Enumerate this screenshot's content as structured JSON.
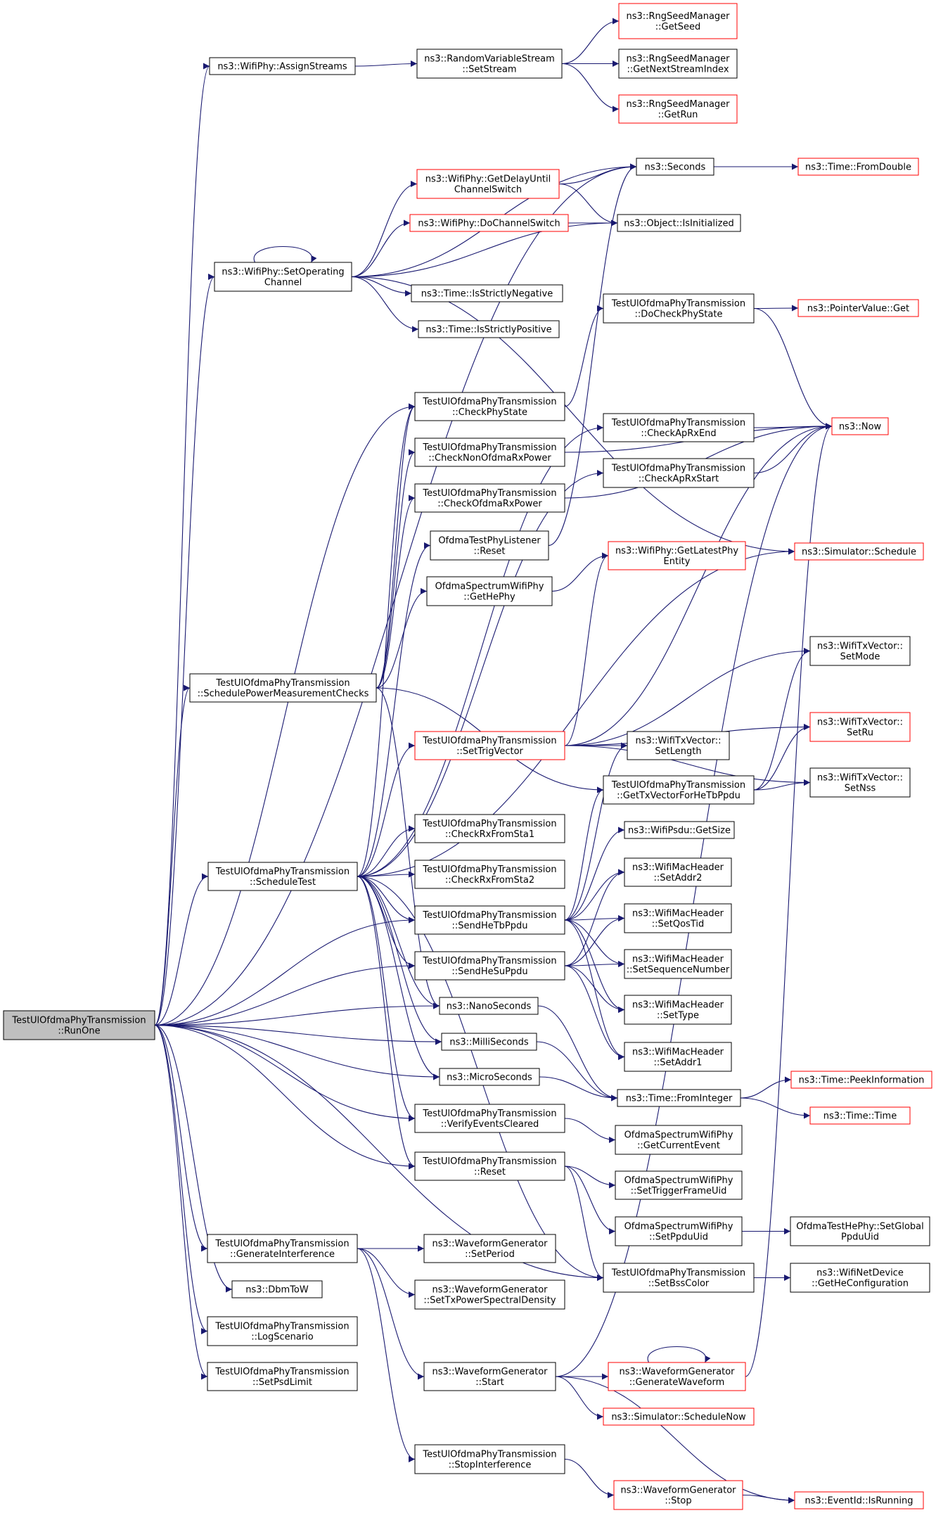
{
  "colors": {
    "edge": "#191970",
    "normal_border": "#000000",
    "truncated_border": "#ff0000",
    "root_fill": "#bfbfbf",
    "node_fill": "#ffffff"
  },
  "nodes": {
    "root": {
      "lines": [
        "TestUlOfdmaPhyTransmission",
        "::RunOne"
      ],
      "style": "root"
    },
    "assignStreams": {
      "lines": [
        "ns3::WifiPhy::AssignStreams"
      ],
      "style": "normal"
    },
    "setStream": {
      "lines": [
        "ns3::RandomVariableStream",
        "::SetStream"
      ],
      "style": "normal"
    },
    "getSeed": {
      "lines": [
        "ns3::RngSeedManager",
        "::GetSeed"
      ],
      "style": "truncated"
    },
    "getNextStreamIndex": {
      "lines": [
        "ns3::RngSeedManager",
        "::GetNextStreamIndex"
      ],
      "style": "normal"
    },
    "getRun": {
      "lines": [
        "ns3::RngSeedManager",
        "::GetRun"
      ],
      "style": "truncated"
    },
    "seconds": {
      "lines": [
        "ns3::Seconds"
      ],
      "style": "normal"
    },
    "fromDouble": {
      "lines": [
        "ns3::Time::FromDouble"
      ],
      "style": "truncated"
    },
    "getDelayUntil": {
      "lines": [
        "ns3::WifiPhy::GetDelayUntil",
        "ChannelSwitch"
      ],
      "style": "truncated"
    },
    "doChannelSwitch": {
      "lines": [
        "ns3::WifiPhy::DoChannelSwitch"
      ],
      "style": "truncated"
    },
    "isInitialized": {
      "lines": [
        "ns3::Object::IsInitialized"
      ],
      "style": "normal"
    },
    "setOperating": {
      "lines": [
        "ns3::WifiPhy::SetOperating",
        "Channel"
      ],
      "style": "normal"
    },
    "isStrictlyNegative": {
      "lines": [
        "ns3::Time::IsStrictlyNegative"
      ],
      "style": "normal"
    },
    "isStrictlyPositive": {
      "lines": [
        "ns3::Time::IsStrictlyPositive"
      ],
      "style": "normal"
    },
    "doCheckPhyState": {
      "lines": [
        "TestUlOfdmaPhyTransmission",
        "::DoCheckPhyState"
      ],
      "style": "normal"
    },
    "pointerGet": {
      "lines": [
        "ns3::PointerValue::Get"
      ],
      "style": "truncated"
    },
    "checkPhyState": {
      "lines": [
        "TestUlOfdmaPhyTransmission",
        "::CheckPhyState"
      ],
      "style": "normal"
    },
    "now": {
      "lines": [
        "ns3::Now"
      ],
      "style": "truncated"
    },
    "checkApRxEnd": {
      "lines": [
        "TestUlOfdmaPhyTransmission",
        "::CheckApRxEnd"
      ],
      "style": "normal"
    },
    "checkNonOfdma": {
      "lines": [
        "TestUlOfdmaPhyTransmission",
        "::CheckNonOfdmaRxPower"
      ],
      "style": "normal"
    },
    "checkApRxStart": {
      "lines": [
        "TestUlOfdmaPhyTransmission",
        "::CheckApRxStart"
      ],
      "style": "normal"
    },
    "checkOfdma": {
      "lines": [
        "TestUlOfdmaPhyTransmission",
        "::CheckOfdmaRxPower"
      ],
      "style": "normal"
    },
    "listenerReset": {
      "lines": [
        "OfdmaTestPhyListener",
        "::Reset"
      ],
      "style": "normal"
    },
    "schedule": {
      "lines": [
        "ns3::Simulator::Schedule"
      ],
      "style": "truncated"
    },
    "getLatestPhy": {
      "lines": [
        "ns3::WifiPhy::GetLatestPhy",
        "Entity"
      ],
      "style": "truncated"
    },
    "getHePhy": {
      "lines": [
        "OfdmaSpectrumWifiPhy",
        "::GetHePhy"
      ],
      "style": "normal"
    },
    "setMode": {
      "lines": [
        "ns3::WifiTxVector::",
        "SetMode"
      ],
      "style": "normal"
    },
    "schedulePower": {
      "lines": [
        "TestUlOfdmaPhyTransmission",
        "::SchedulePowerMeasurementChecks"
      ],
      "style": "normal"
    },
    "setRu": {
      "lines": [
        "ns3::WifiTxVector::",
        "SetRu"
      ],
      "style": "truncated"
    },
    "setTrigVector": {
      "lines": [
        "TestUlOfdmaPhyTransmission",
        "::SetTrigVector"
      ],
      "style": "truncated"
    },
    "setLength": {
      "lines": [
        "ns3::WifiTxVector::",
        "SetLength"
      ],
      "style": "normal"
    },
    "getTxVector": {
      "lines": [
        "TestUlOfdmaPhyTransmission",
        "::GetTxVectorForHeTbPpdu"
      ],
      "style": "normal"
    },
    "setNss": {
      "lines": [
        "ns3::WifiTxVector::",
        "SetNss"
      ],
      "style": "normal"
    },
    "checkRxSta1": {
      "lines": [
        "TestUlOfdmaPhyTransmission",
        "::CheckRxFromSta1"
      ],
      "style": "normal"
    },
    "getSize": {
      "lines": [
        "ns3::WifiPsdu::GetSize"
      ],
      "style": "normal"
    },
    "scheduleTest": {
      "lines": [
        "TestUlOfdmaPhyTransmission",
        "::ScheduleTest"
      ],
      "style": "normal"
    },
    "checkRxSta2": {
      "lines": [
        "TestUlOfdmaPhyTransmission",
        "::CheckRxFromSta2"
      ],
      "style": "normal"
    },
    "setAddr2": {
      "lines": [
        "ns3::WifiMacHeader",
        "::SetAddr2"
      ],
      "style": "normal"
    },
    "sendHeTb": {
      "lines": [
        "TestUlOfdmaPhyTransmission",
        "::SendHeTbPpdu"
      ],
      "style": "normal"
    },
    "setQosTid": {
      "lines": [
        "ns3::WifiMacHeader",
        "::SetQosTid"
      ],
      "style": "normal"
    },
    "sendHeSu": {
      "lines": [
        "TestUlOfdmaPhyTransmission",
        "::SendHeSuPpdu"
      ],
      "style": "normal"
    },
    "setSeq": {
      "lines": [
        "ns3::WifiMacHeader",
        "::SetSequenceNumber"
      ],
      "style": "normal"
    },
    "nanoSeconds": {
      "lines": [
        "ns3::NanoSeconds"
      ],
      "style": "normal"
    },
    "setType": {
      "lines": [
        "ns3::WifiMacHeader",
        "::SetType"
      ],
      "style": "normal"
    },
    "milliSeconds": {
      "lines": [
        "ns3::MilliSeconds"
      ],
      "style": "normal"
    },
    "setAddr1": {
      "lines": [
        "ns3::WifiMacHeader",
        "::SetAddr1"
      ],
      "style": "normal"
    },
    "microSeconds": {
      "lines": [
        "ns3::MicroSeconds"
      ],
      "style": "normal"
    },
    "peekInfo": {
      "lines": [
        "ns3::Time::PeekInformation"
      ],
      "style": "truncated"
    },
    "fromInteger": {
      "lines": [
        "ns3::Time::FromInteger"
      ],
      "style": "normal"
    },
    "time": {
      "lines": [
        "ns3::Time::Time"
      ],
      "style": "truncated"
    },
    "verifyEvents": {
      "lines": [
        "TestUlOfdmaPhyTransmission",
        "::VerifyEventsCleared"
      ],
      "style": "normal"
    },
    "getCurrentEvent": {
      "lines": [
        "OfdmaSpectrumWifiPhy",
        "::GetCurrentEvent"
      ],
      "style": "normal"
    },
    "reset": {
      "lines": [
        "TestUlOfdmaPhyTransmission",
        "::Reset"
      ],
      "style": "normal"
    },
    "setTriggerFrameUid": {
      "lines": [
        "OfdmaSpectrumWifiPhy",
        "::SetTriggerFrameUid"
      ],
      "style": "normal"
    },
    "setPpduUid": {
      "lines": [
        "OfdmaSpectrumWifiPhy",
        "::SetPpduUid"
      ],
      "style": "normal"
    },
    "setGlobalPpduUid": {
      "lines": [
        "OfdmaTestHePhy::SetGlobal",
        "PpduUid"
      ],
      "style": "normal"
    },
    "generateInterference": {
      "lines": [
        "TestUlOfdmaPhyTransmission",
        "::GenerateInterference"
      ],
      "style": "normal"
    },
    "setPeriod": {
      "lines": [
        "ns3::WaveformGenerator",
        "::SetPeriod"
      ],
      "style": "normal"
    },
    "setBssColor": {
      "lines": [
        "TestUlOfdmaPhyTransmission",
        "::SetBssColor"
      ],
      "style": "normal"
    },
    "getHeConfig": {
      "lines": [
        "ns3::WifiNetDevice",
        "::GetHeConfiguration"
      ],
      "style": "normal"
    },
    "dbmToW": {
      "lines": [
        "ns3::DbmToW"
      ],
      "style": "normal"
    },
    "setTxPsd": {
      "lines": [
        "ns3::WaveformGenerator",
        "::SetTxPowerSpectralDensity"
      ],
      "style": "normal"
    },
    "logScenario": {
      "lines": [
        "TestUlOfdmaPhyTransmission",
        "::LogScenario"
      ],
      "style": "normal"
    },
    "wgStart": {
      "lines": [
        "ns3::WaveformGenerator",
        "::Start"
      ],
      "style": "normal"
    },
    "generateWaveform": {
      "lines": [
        "ns3::WaveformGenerator",
        "::GenerateWaveform"
      ],
      "style": "truncated"
    },
    "setPsdLimit": {
      "lines": [
        "TestUlOfdmaPhyTransmission",
        "::SetPsdLimit"
      ],
      "style": "normal"
    },
    "scheduleNow": {
      "lines": [
        "ns3::Simulator::ScheduleNow"
      ],
      "style": "truncated"
    },
    "stopInterference": {
      "lines": [
        "TestUlOfdmaPhyTransmission",
        "::StopInterference"
      ],
      "style": "normal"
    },
    "isRunning": {
      "lines": [
        "ns3::EventId::IsRunning"
      ],
      "style": "truncated"
    },
    "wgStop": {
      "lines": [
        "ns3::WaveformGenerator",
        "::Stop"
      ],
      "style": "truncated"
    }
  },
  "edges": [
    [
      "root",
      "assignStreams"
    ],
    [
      "root",
      "seconds"
    ],
    [
      "root",
      "setOperating"
    ],
    [
      "root",
      "checkPhyState"
    ],
    [
      "root",
      "schedulePower"
    ],
    [
      "root",
      "scheduleTest"
    ],
    [
      "root",
      "sendHeTb"
    ],
    [
      "root",
      "sendHeSu"
    ],
    [
      "root",
      "nanoSeconds"
    ],
    [
      "root",
      "milliSeconds"
    ],
    [
      "root",
      "microSeconds"
    ],
    [
      "root",
      "verifyEvents"
    ],
    [
      "root",
      "reset"
    ],
    [
      "root",
      "setBssColor"
    ],
    [
      "root",
      "generateInterference"
    ],
    [
      "root",
      "dbmToW"
    ],
    [
      "root",
      "logScenario"
    ],
    [
      "root",
      "setPsdLimit"
    ],
    [
      "assignStreams",
      "setStream"
    ],
    [
      "setStream",
      "getSeed"
    ],
    [
      "setStream",
      "getNextStreamIndex"
    ],
    [
      "setStream",
      "getRun"
    ],
    [
      "seconds",
      "fromDouble"
    ],
    [
      "setOperating",
      "setOperating"
    ],
    [
      "setOperating",
      "seconds"
    ],
    [
      "setOperating",
      "getDelayUntil"
    ],
    [
      "setOperating",
      "doChannelSwitch"
    ],
    [
      "setOperating",
      "isInitialized"
    ],
    [
      "setOperating",
      "isStrictlyNegative"
    ],
    [
      "setOperating",
      "isStrictlyPositive"
    ],
    [
      "setOperating",
      "schedule"
    ],
    [
      "getDelayUntil",
      "seconds"
    ],
    [
      "getDelayUntil",
      "isInitialized"
    ],
    [
      "doChannelSwitch",
      "isInitialized"
    ],
    [
      "doCheckPhyState",
      "pointerGet"
    ],
    [
      "doCheckPhyState",
      "now"
    ],
    [
      "checkPhyState",
      "doCheckPhyState"
    ],
    [
      "checkApRxEnd",
      "now"
    ],
    [
      "checkApRxStart",
      "now"
    ],
    [
      "checkNonOfdma",
      "now"
    ],
    [
      "checkOfdma",
      "now"
    ],
    [
      "listenerReset",
      "seconds"
    ],
    [
      "getHePhy",
      "getLatestPhy"
    ],
    [
      "schedulePower",
      "checkPhyState"
    ],
    [
      "schedulePower",
      "checkNonOfdma"
    ],
    [
      "schedulePower",
      "checkOfdma"
    ],
    [
      "schedulePower",
      "getHePhy"
    ],
    [
      "schedulePower",
      "getTxVector"
    ],
    [
      "schedulePower",
      "nanoSeconds"
    ],
    [
      "setTrigVector",
      "getLatestPhy"
    ],
    [
      "setTrigVector",
      "setMode"
    ],
    [
      "setTrigVector",
      "setRu"
    ],
    [
      "setTrigVector",
      "setLength"
    ],
    [
      "setTrigVector",
      "setNss"
    ],
    [
      "setTrigVector",
      "now"
    ],
    [
      "getTxVector",
      "setMode"
    ],
    [
      "getTxVector",
      "setRu"
    ],
    [
      "getTxVector",
      "setNss"
    ],
    [
      "scheduleTest",
      "checkPhyState"
    ],
    [
      "scheduleTest",
      "checkApRxEnd"
    ],
    [
      "scheduleTest",
      "checkApRxStart"
    ],
    [
      "scheduleTest",
      "listenerReset"
    ],
    [
      "scheduleTest",
      "schedule"
    ],
    [
      "scheduleTest",
      "setTrigVector"
    ],
    [
      "scheduleTest",
      "checkRxSta1"
    ],
    [
      "scheduleTest",
      "checkRxSta2"
    ],
    [
      "scheduleTest",
      "sendHeTb"
    ],
    [
      "scheduleTest",
      "sendHeSu"
    ],
    [
      "scheduleTest",
      "nanoSeconds"
    ],
    [
      "scheduleTest",
      "milliSeconds"
    ],
    [
      "scheduleTest",
      "microSeconds"
    ],
    [
      "scheduleTest",
      "verifyEvents"
    ],
    [
      "scheduleTest",
      "reset"
    ],
    [
      "scheduleTest",
      "setBssColor"
    ],
    [
      "sendHeTb",
      "getTxVector"
    ],
    [
      "sendHeTb",
      "setLength"
    ],
    [
      "sendHeTb",
      "getSize"
    ],
    [
      "sendHeTb",
      "setAddr2"
    ],
    [
      "sendHeTb",
      "setQosTid"
    ],
    [
      "sendHeTb",
      "setSeq"
    ],
    [
      "sendHeTb",
      "setType"
    ],
    [
      "sendHeTb",
      "setAddr1"
    ],
    [
      "sendHeSu",
      "setAddr2"
    ],
    [
      "sendHeSu",
      "setQosTid"
    ],
    [
      "sendHeSu",
      "setSeq"
    ],
    [
      "sendHeSu",
      "setType"
    ],
    [
      "sendHeSu",
      "setAddr1"
    ],
    [
      "nanoSeconds",
      "fromInteger"
    ],
    [
      "milliSeconds",
      "fromInteger"
    ],
    [
      "microSeconds",
      "fromInteger"
    ],
    [
      "fromInteger",
      "peekInfo"
    ],
    [
      "fromInteger",
      "time"
    ],
    [
      "verifyEvents",
      "getCurrentEvent"
    ],
    [
      "reset",
      "setTriggerFrameUid"
    ],
    [
      "reset",
      "setPpduUid"
    ],
    [
      "reset",
      "setBssColor"
    ],
    [
      "setPpduUid",
      "setGlobalPpduUid"
    ],
    [
      "setBssColor",
      "getHeConfig"
    ],
    [
      "generateInterference",
      "setPeriod"
    ],
    [
      "generateInterference",
      "setTxPsd"
    ],
    [
      "generateInterference",
      "wgStart"
    ],
    [
      "generateInterference",
      "stopInterference"
    ],
    [
      "wgStart",
      "generateWaveform"
    ],
    [
      "wgStart",
      "scheduleNow"
    ],
    [
      "wgStart",
      "isRunning"
    ],
    [
      "wgStart",
      "now"
    ],
    [
      "generateWaveform",
      "generateWaveform"
    ],
    [
      "generateWaveform",
      "now"
    ],
    [
      "stopInterference",
      "wgStop"
    ],
    [
      "wgStop",
      "isRunning"
    ]
  ]
}
